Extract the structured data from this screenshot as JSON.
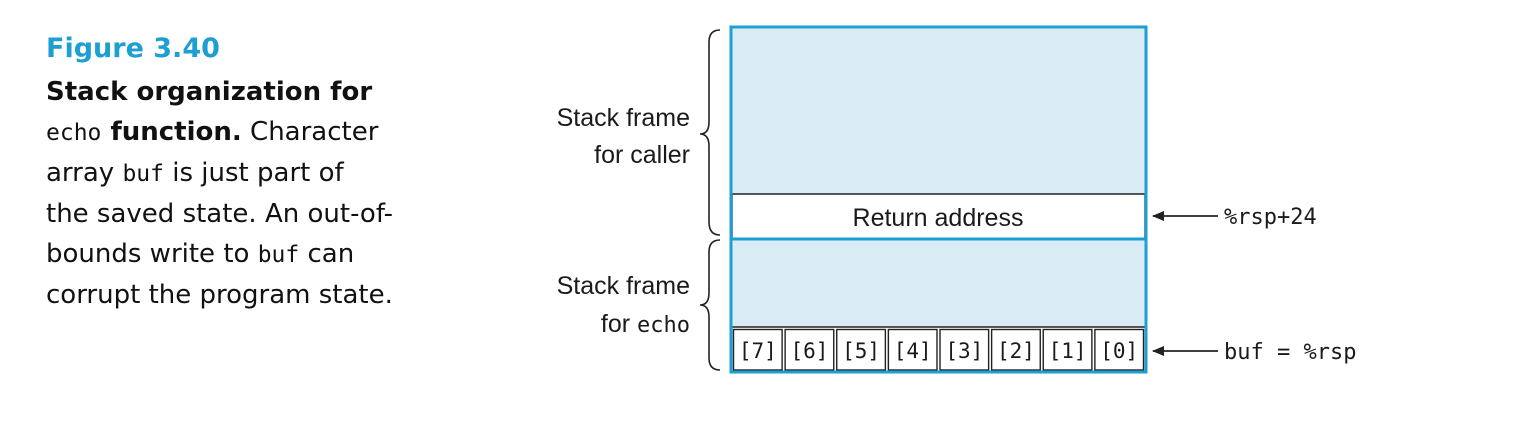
{
  "figure": {
    "number": "Figure 3.40",
    "title": "Stack organization for",
    "caption": [
      [
        {
          "t": "echo",
          "mono": true
        },
        {
          "t": " function.",
          "bold": true
        },
        {
          "t": " Character"
        }
      ],
      [
        {
          "t": "array "
        },
        {
          "t": "buf",
          "mono": true
        },
        {
          "t": " is just part of"
        }
      ],
      [
        {
          "t": "the saved state. An out-of-"
        }
      ],
      [
        {
          "t": "bounds write to "
        },
        {
          "t": "buf",
          "mono": true
        },
        {
          "t": " can"
        }
      ],
      [
        {
          "t": "corrupt the program state."
        }
      ]
    ]
  },
  "diagram": {
    "colors": {
      "border": "#1d9fd2",
      "fill": "#d9ecf3",
      "line": "#222222"
    },
    "caller_frame_label": [
      "Stack frame",
      "for caller"
    ],
    "echo_frame_label": [
      "Stack frame",
      "for "
    ],
    "echo_frame_code": "echo",
    "return_address_label": "Return address",
    "buffer_cells": [
      "[7]",
      "[6]",
      "[5]",
      "[4]",
      "[3]",
      "[2]",
      "[1]",
      "[0]"
    ],
    "return_pointer_label": "%rsp+24",
    "buf_pointer_label": "buf = %rsp"
  }
}
